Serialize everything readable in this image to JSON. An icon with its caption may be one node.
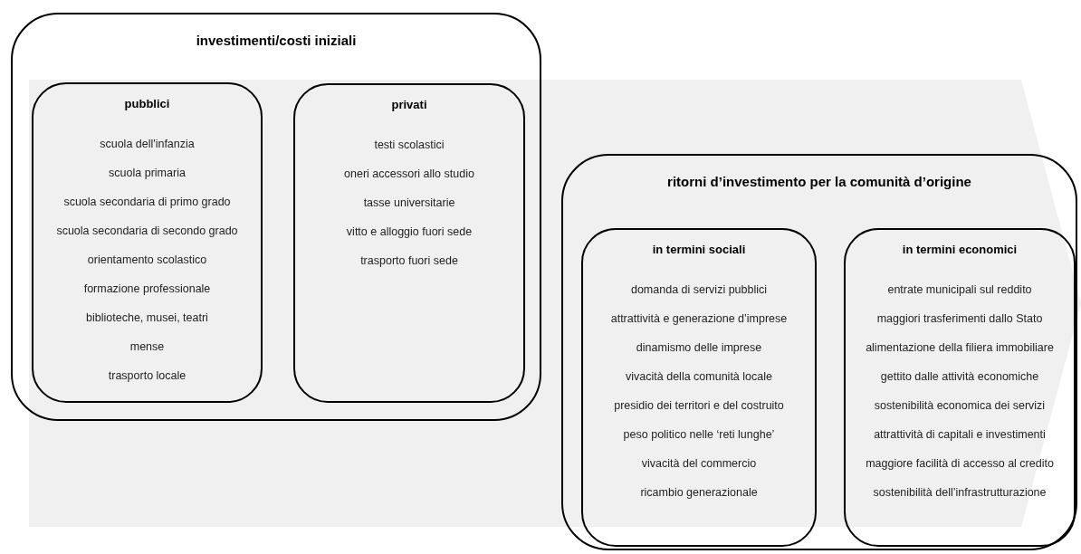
{
  "diagram": {
    "nodes": [
      {
        "text": [
          "investimenti/costi iniziali"
        ]
      },
      {
        "text": [
          "pubblici",
          "scuola dell'infanzia",
          "scuola primaria",
          "scuola secondaria di primo grado",
          "scuola secondaria di secondo grado",
          "orientamento scolastico",
          "formazione professionale",
          "biblioteche, musei, teatri",
          "mense",
          "trasporto locale"
        ],
        "in": 0
      },
      {
        "text": [
          "privati",
          "testi scolastici",
          "oneri accessori allo studio",
          "tasse universitarie",
          "vitto e alloggio fuori sede",
          "trasporto fuori sede"
        ],
        "in": 0
      },
      {
        "text": [
          "ritorni d’investimento per la comunità d’origine"
        ]
      },
      {
        "text": [
          "in termini sociali",
          "domanda di servizi pubblici",
          "attrattività e generazione d’imprese",
          "dinamismo delle imprese",
          "vivacità della comunità locale",
          "presidio dei territori e del costruito",
          "peso politico nelle ‘reti lunghe’",
          "vivacità del commercio",
          "ricambio generazionale"
        ],
        "in": 3
      },
      {
        "text": [
          "in termini economici",
          "entrate municipali sul reddito",
          "maggiori trasferimenti dallo Stato",
          "alimentazione della filiera immobiliare",
          "gettito dalle attività economiche",
          "sostenibilità economica dei servizi",
          "attrattività di capitali e investimenti",
          "maggiore facilità di accesso al credito",
          "sostenibilità dell’infrastrutturazione"
        ],
        "in": 3
      }
    ]
  }
}
